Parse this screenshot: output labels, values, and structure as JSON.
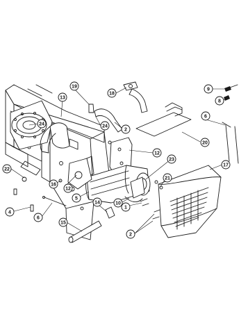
{
  "callouts": [
    {
      "label": "19"
    },
    {
      "label": "18"
    },
    {
      "label": "9"
    },
    {
      "label": "8"
    },
    {
      "label": "13"
    },
    {
      "label": "24"
    },
    {
      "label": "2"
    },
    {
      "label": "6"
    },
    {
      "label": "24"
    },
    {
      "label": "20"
    },
    {
      "label": "12"
    },
    {
      "label": "23"
    },
    {
      "label": "17"
    },
    {
      "label": "22"
    },
    {
      "label": "12"
    },
    {
      "label": "16"
    },
    {
      "label": "21"
    },
    {
      "label": "5"
    },
    {
      "label": "10"
    },
    {
      "label": "4"
    },
    {
      "label": "14"
    },
    {
      "label": "1"
    },
    {
      "label": "6"
    },
    {
      "label": "15"
    },
    {
      "label": "2"
    }
  ]
}
